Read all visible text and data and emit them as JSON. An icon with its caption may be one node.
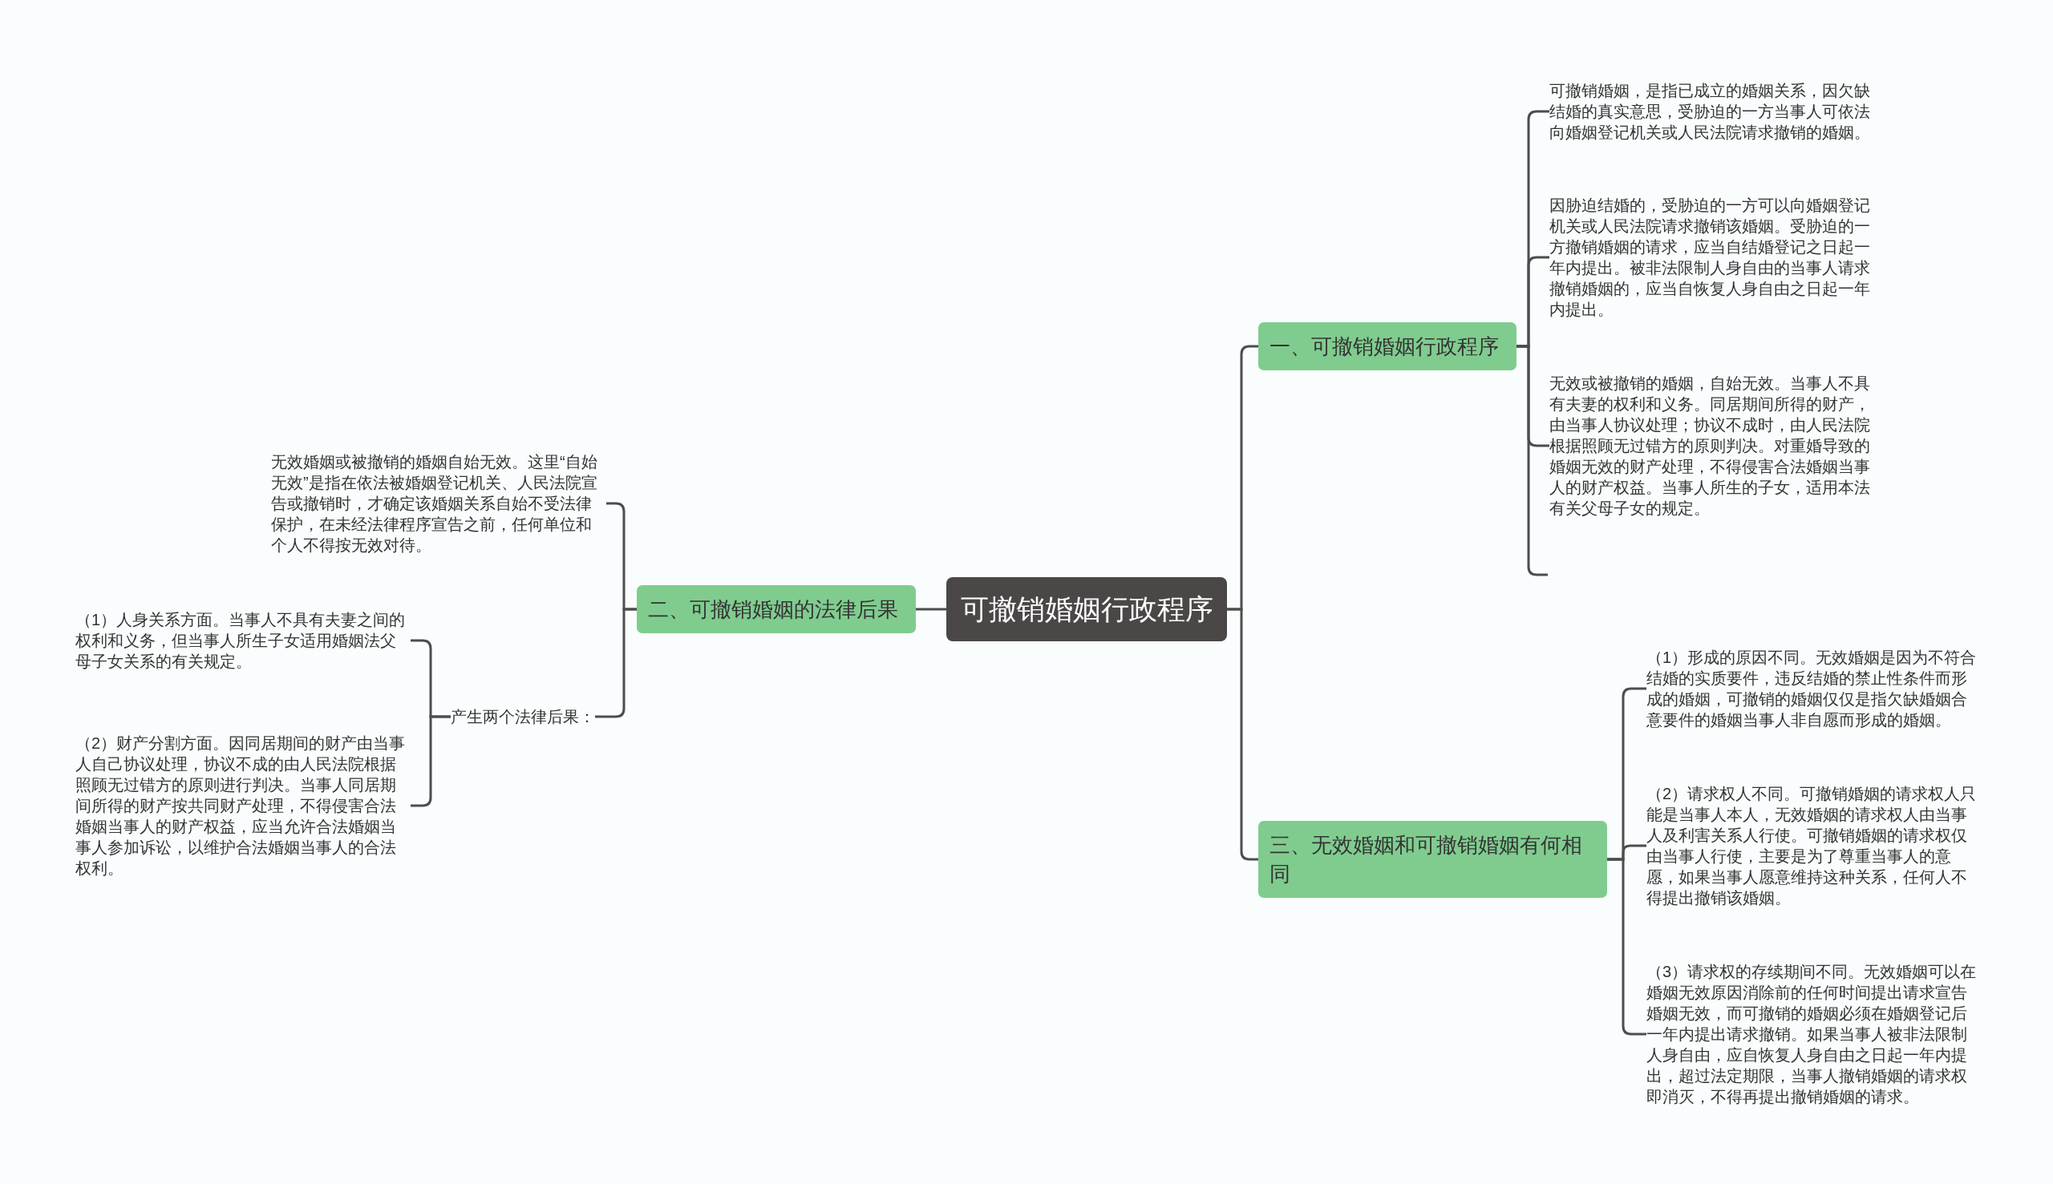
{
  "diagram": {
    "nodes": [
      {
        "text": [
          "可撤销婚姻行政程序"
        ]
      },
      {
        "text": [
          "一、可撤销婚姻行政程序"
        ]
      },
      {
        "text": [
          "可撤销婚姻，是指已成立的婚姻关系，因欠缺结婚的真实意思，受胁迫的一方当事人可依法向婚姻登记机关或人民法院请求撤销的婚姻。"
        ]
      },
      {
        "text": [
          "因胁迫结婚的，受胁迫的一方可以向婚姻登记机关或人民法院请求撤销该婚姻。受胁迫的一方撤销婚姻的请求，应当自结婚登记之日起一年内提出。被非法限制人身自由的当事人请求撤销婚姻的，应当自恢复人身自由之日起一年内提出。"
        ]
      },
      {
        "text": [
          "无效或被撤销的婚姻，自始无效。当事人不具有夫妻的权利和义务。同居期间所得的财产，由当事人协议处理；协议不成时，由人民法院根据照顾无过错方的原则判决。对重婚导致的婚姻无效的财产处理，不得侵害合法婚姻当事人的财产权益。当事人所生的子女，适用本法有关父母子女的规定。"
        ]
      },
      {
        "text": [
          "二、可撤销婚姻的法律后果"
        ]
      },
      {
        "text": [
          "无效婚姻或被撤销的婚姻自始无效。这里“自始无效”是指在依法被婚姻登记机关、人民法院宣告或撤销时，才确定该婚姻关系自始不受法律保护，在未经法律程序宣告之前，任何单位和个人不得按无效对待。"
        ]
      },
      {
        "text": [
          "产生两个法律后果："
        ]
      },
      {
        "text": [
          "（1）人身关系方面。当事人不具有夫妻之间的权利和义务，但当事人所生子女适用婚姻法父母子女关系的有关规定。"
        ]
      },
      {
        "text": [
          "（2）财产分割方面。因同居期间的财产由当事人自己协议处理，协议不成的由人民法院根据照顾无过错方的原则进行判决。当事人同居期间所得的财产按共同财产处理，不得侵害合法婚姻当事人的财产权益，应当允许合法婚姻当事人参加诉讼，以维护合法婚姻当事人的合法权利。"
        ]
      },
      {
        "text": [
          "三、无效婚姻和可撤销婚姻有何相同"
        ]
      },
      {
        "text": [
          "（1）形成的原因不同。无效婚姻是因为不符合结婚的实质要件，违反结婚的禁止性条件而形成的婚姻，可撤销的婚姻仅仅是指欠缺婚姻合意要件的婚姻当事人非自愿而形成的婚姻。"
        ]
      },
      {
        "text": [
          "（2）请求权人不同。可撤销婚姻的请求权人只能是当事人本人，无效婚姻的请求权人由当事人及利害关系人行使。可撤销婚姻的请求权仅由当事人行使，主要是为了尊重当事人的意愿，如果当事人愿意维持这种关系，任何人不得提出撤销该婚姻。"
        ]
      },
      {
        "text": [
          "（3）请求权的存续期间不同。无效婚姻可以在婚姻无效原因消除前的任何时间提出请求宣告婚姻无效，而可撤销的婚姻必须在婚姻登记后一年内提出请求撤销。如果当事人被非法限制人身自由，应自恢复人身自由之日起一年内提出，超过法定期限，当事人撤销婚姻的请求权即消灭，不得再提出撤销婚姻的请求。"
        ]
      }
    ],
    "edges": [
      {
        "from": 0,
        "to": 1,
        "arrow": "none"
      },
      {
        "from": 1,
        "to": 2,
        "arrow": "none"
      },
      {
        "from": 1,
        "to": 3,
        "arrow": "none"
      },
      {
        "from": 1,
        "to": 4,
        "arrow": "none"
      },
      {
        "from": 1,
        "to": null,
        "arrow": "none"
      },
      {
        "from": 0,
        "to": 5,
        "arrow": "none"
      },
      {
        "from": 5,
        "to": 6,
        "arrow": "none"
      },
      {
        "from": 5,
        "to": 7,
        "arrow": "none"
      },
      {
        "from": 7,
        "to": 8,
        "arrow": "none"
      },
      {
        "from": 7,
        "to": 9,
        "arrow": "none"
      },
      {
        "from": 0,
        "to": 10,
        "arrow": "none"
      },
      {
        "from": 10,
        "to": 11,
        "arrow": "none"
      },
      {
        "from": 10,
        "to": 12,
        "arrow": "none"
      },
      {
        "from": 10,
        "to": 13,
        "arrow": "none"
      }
    ]
  }
}
